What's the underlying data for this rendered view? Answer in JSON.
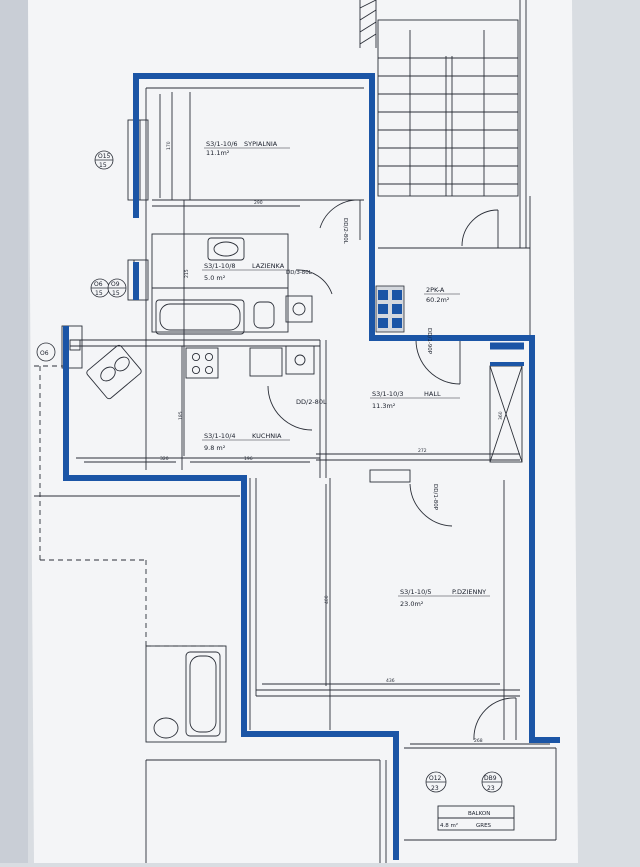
{
  "plan": {
    "colors": {
      "paper": "#f4f5f7",
      "background": "#d9dde2",
      "wall": "#1b55a6",
      "line": "#2b2f38"
    },
    "rooms": [
      {
        "code": "S3/1-10/6",
        "name": "SYPIALNIA",
        "area": "11.1m²"
      },
      {
        "code": "S3/1-10/8",
        "name": "LAZIENKA",
        "area": "5.0 m²"
      },
      {
        "code": "S3/1-10/4",
        "name": "KUCHNIA",
        "area": "9.8 m²"
      },
      {
        "code": "S3/1-10/3",
        "name": "HALL",
        "area": "11.3m²"
      },
      {
        "code": "S3/1-10/5",
        "name": "P.DZIENNY",
        "area": "23.0m²"
      },
      {
        "code": "2PK-A",
        "name": "",
        "area": "60.2m²"
      },
      {
        "code": "BALKON",
        "name": "GRES",
        "area": "4.8 m²"
      }
    ],
    "doors": {
      "d1": "DD/2-80L",
      "d2": "DD/3-80L",
      "d3": "DD/2-80L",
      "d4": "DD/1-80P",
      "d5": "DD/1-90P"
    },
    "window_tags": {
      "w1": {
        "code": "O15",
        "height": "15"
      },
      "w2": {
        "code": "O6",
        "height": "15"
      },
      "w3": {
        "code": "O9",
        "height": "15"
      },
      "w4": {
        "code": "O6",
        "height": ""
      },
      "w5": {
        "code": "O12",
        "height": "23"
      },
      "w6": {
        "code": "DB9",
        "height": "23"
      }
    },
    "dimensions": {
      "d290": "290",
      "d170": "170",
      "d320": "320",
      "d196": "196",
      "d272": "272",
      "d436": "436",
      "d268": "268",
      "d400": "400",
      "d185": "185",
      "d360": "360",
      "d215": "215"
    }
  }
}
